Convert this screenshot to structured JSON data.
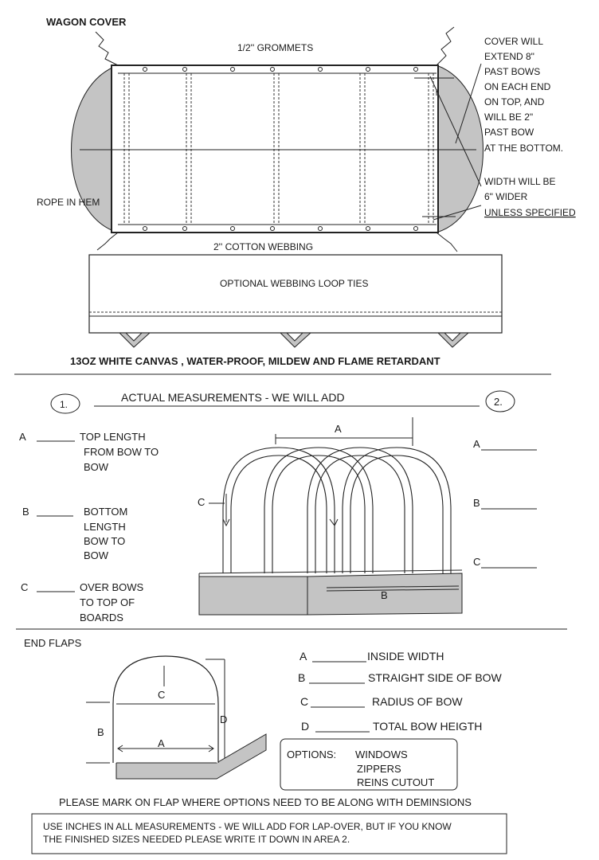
{
  "wagon_cover": {
    "title": "WAGON COVER",
    "grommets": "1/2''  GROMMETS",
    "rope_in_hem": "ROPE IN HEM",
    "cotton_webbing": "2'' COTTON WEBBING",
    "loop_ties": "OPTIONAL  WEBBING LOOP TIES",
    "note_extend": [
      "COVER WILL",
      "EXTEND 8\"",
      "PAST BOWS",
      "ON EACH END",
      "ON TOP, AND",
      "WILL BE 2\"",
      "PAST BOW",
      "AT THE BOTTOM."
    ],
    "note_width": [
      "WIDTH WILL BE",
      "6\" WIDER"
    ],
    "note_unless": "UNLESS SPECIFIED",
    "material": "13OZ WHITE CANVAS , WATER-PROOF, MILDEW AND FLAME RETARDANT"
  },
  "measurements": {
    "marker_1": "1.",
    "marker_2": "2.",
    "heading": "ACTUAL MEASUREMENTS - WE WILL ADD",
    "left_items": [
      {
        "letter": "A",
        "lines": [
          "TOP LENGTH",
          "FROM BOW TO",
          "BOW"
        ]
      },
      {
        "letter": "B",
        "lines": [
          "BOTTOM",
          "LENGTH",
          "BOW TO",
          "BOW"
        ]
      },
      {
        "letter": "C",
        "lines": [
          "OVER BOWS",
          "TO TOP OF",
          "BOARDS"
        ]
      }
    ],
    "diagram_labels": {
      "a": "A",
      "b": "B",
      "c": "C"
    },
    "right_blanks": [
      "A",
      "B",
      "C"
    ]
  },
  "end_flaps": {
    "title": "END FLAPS",
    "diagram_labels": {
      "a": "A",
      "b": "B",
      "c": "C",
      "d": "D"
    },
    "items": [
      {
        "letter": "A",
        "label": "INSIDE WIDTH"
      },
      {
        "letter": "B",
        "label": "STRAIGHT SIDE OF BOW"
      },
      {
        "letter": "C",
        "label": "RADIUS OF BOW"
      },
      {
        "letter": "D",
        "label": "TOTAL BOW HEIGTH"
      }
    ],
    "options_label": "OPTIONS:",
    "options": [
      "WINDOWS",
      "ZIPPERS",
      "REINS CUTOUT"
    ],
    "instruction": "PLEASE MARK ON FLAP WHERE OPTIONS NEED TO BE ALONG WITH DEMINSIONS"
  },
  "footer_note": [
    "USE INCHES IN ALL MEASUREMENTS - WE WILL ADD FOR LAP-OVER, BUT IF YOU KNOW",
    "THE FINISHED SIZES NEEDED PLEASE WRITE IT DOWN IN AREA 2."
  ]
}
